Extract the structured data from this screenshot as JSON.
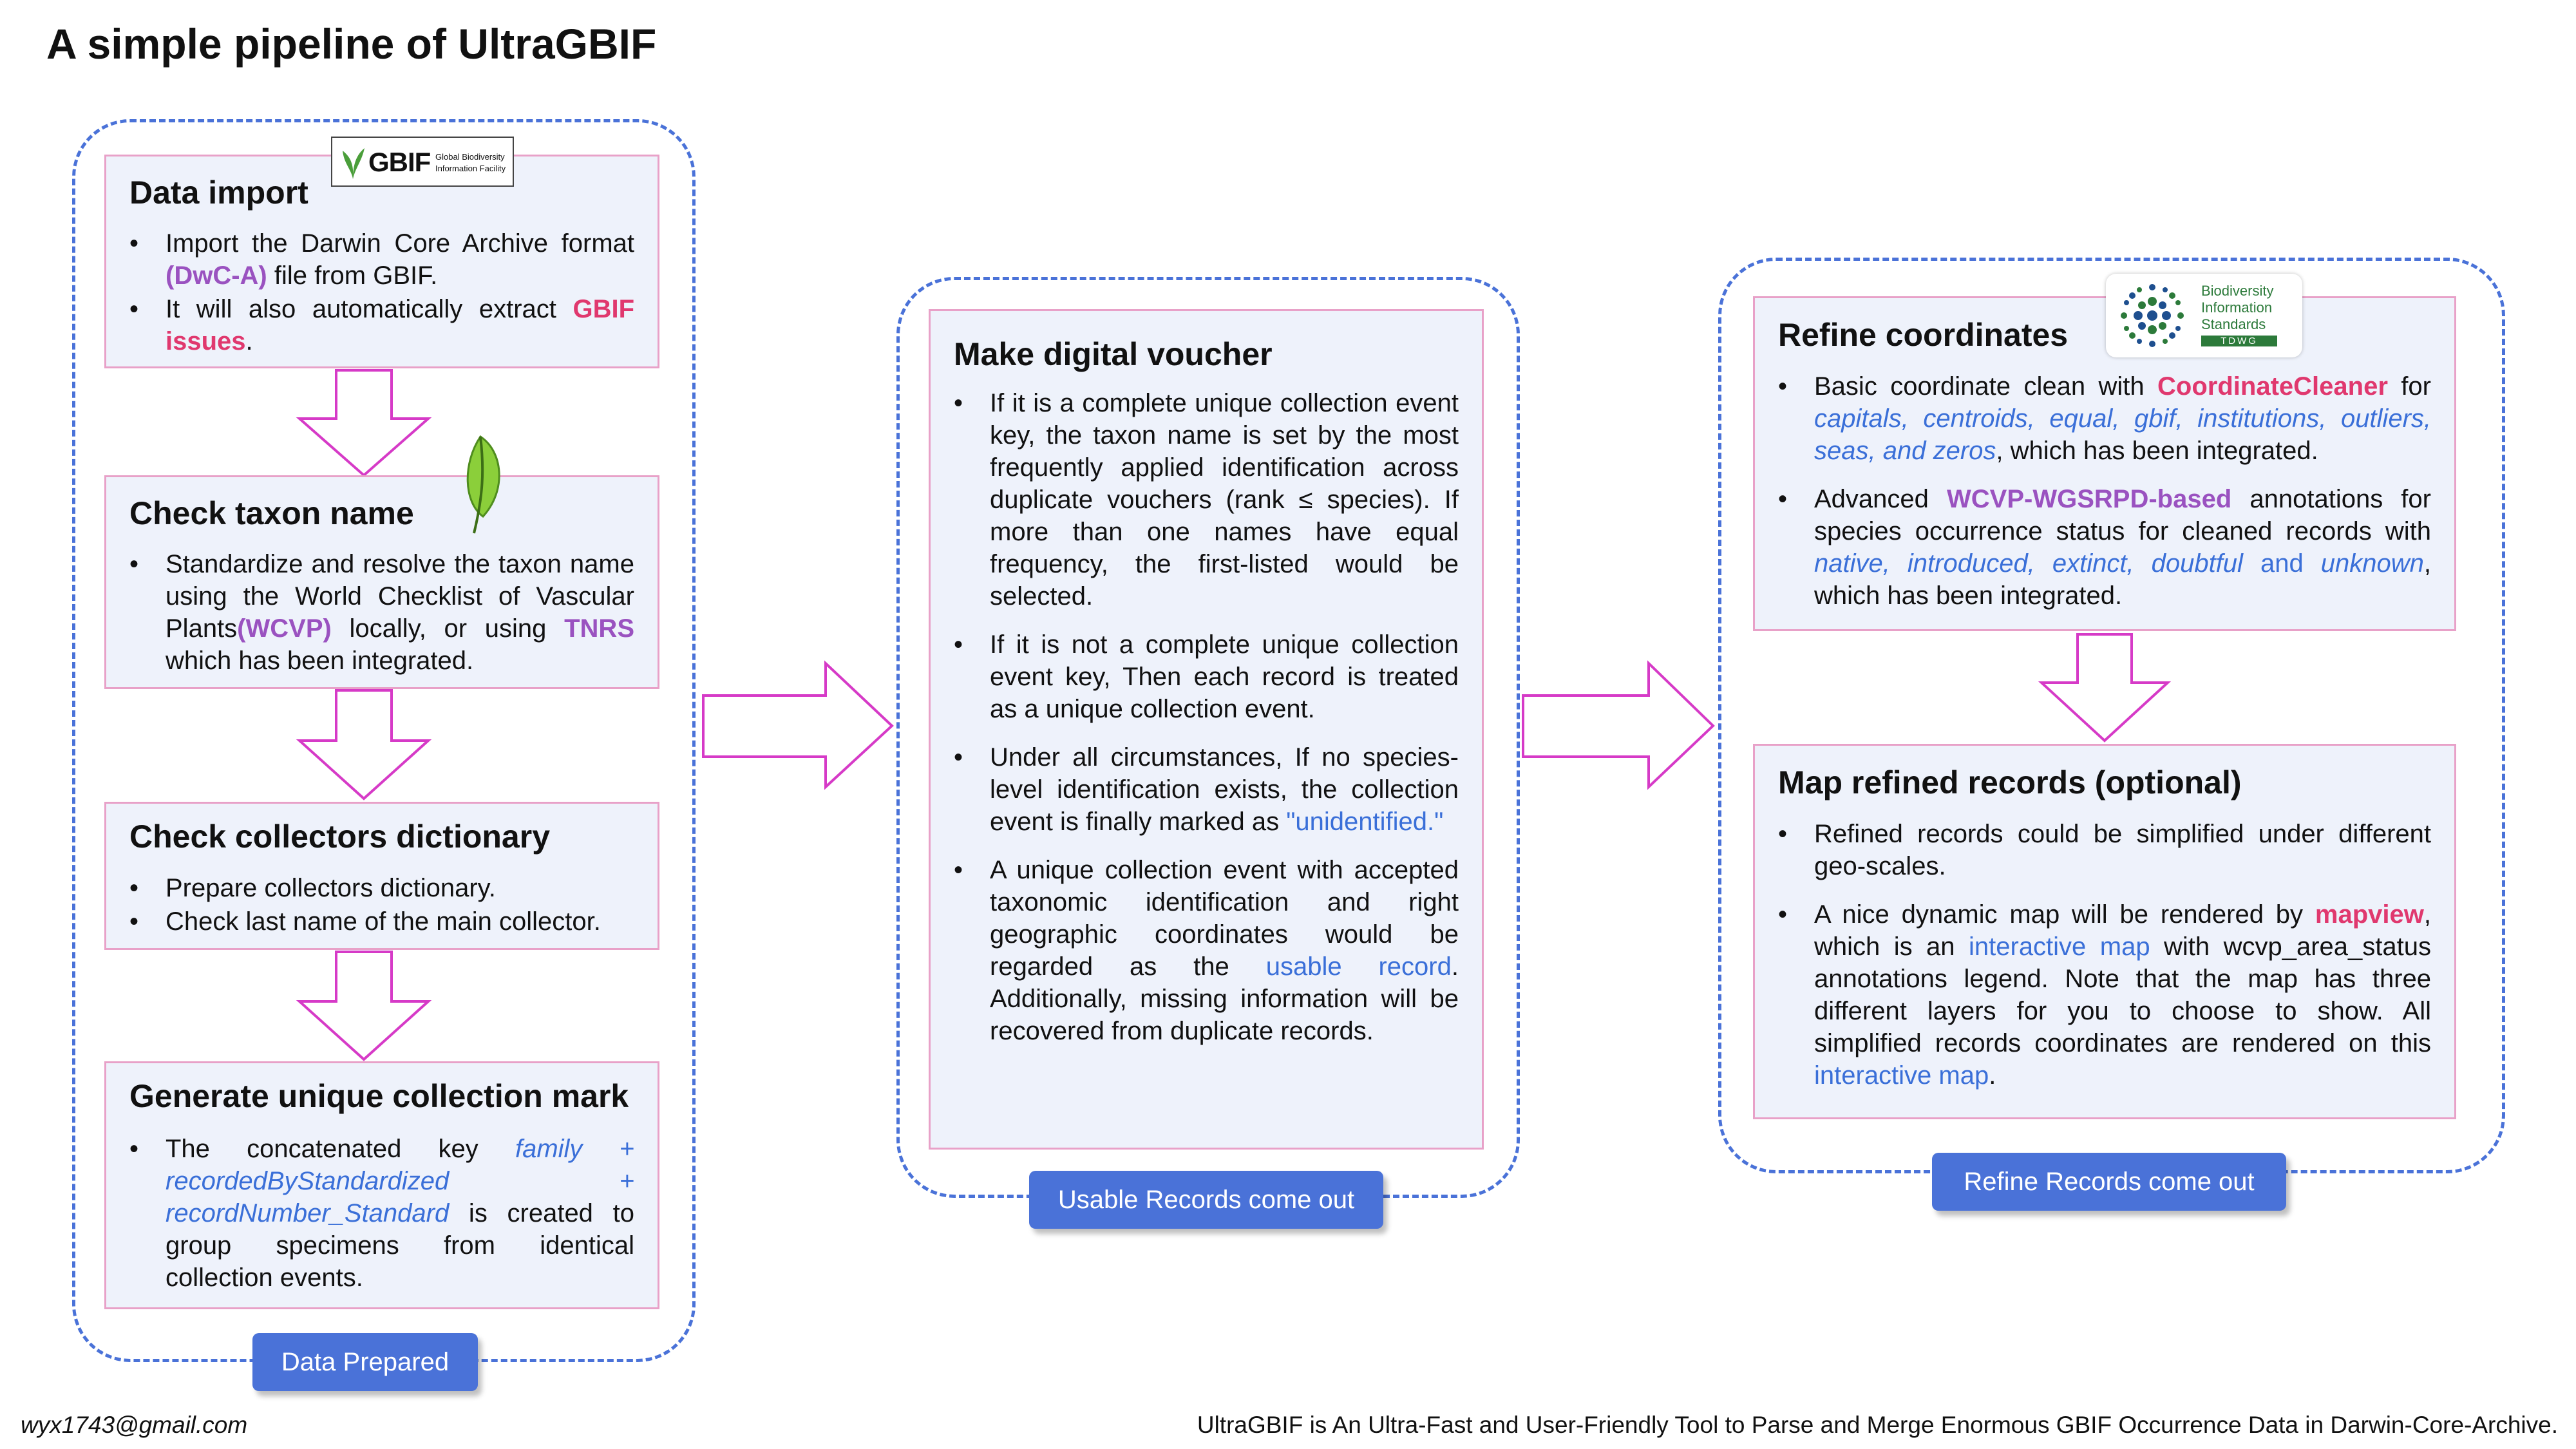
{
  "title": "A simple pipeline of UltraGBIF",
  "colors": {
    "accent_blue": "#4a72d8",
    "pink": "#e0386e",
    "purple": "#9a52c0",
    "arrow": "#d63ac7",
    "card_bg": "#eef2fb",
    "card_border": "#e8a1c8"
  },
  "logos": {
    "gbif": {
      "mark": "GBIF",
      "line1": "Global Biodiversity",
      "line2": "Information Facility"
    },
    "tdwg": {
      "line1": "Biodiversity",
      "line2": "Information",
      "line3": "Standards",
      "line4": "TDWG"
    }
  },
  "column1": {
    "data_import": {
      "heading": "Data import",
      "b1": {
        "t1": "Import the Darwin Core Archive format ",
        "h1": "(DwC-A)",
        "t2": " file from GBIF."
      },
      "b2": {
        "t1": "It will also automatically extract ",
        "h1": "GBIF issues",
        "t2": "."
      }
    },
    "check_taxon": {
      "heading": "Check taxon name",
      "b1": {
        "t1": "Standardize and resolve the taxon name using the World Checklist of Vascular Plants",
        "h1": "(WCVP)",
        "t2": " locally, or using ",
        "h2": "TNRS",
        "t3": " which has been integrated."
      }
    },
    "collectors": {
      "heading": "Check collectors dictionary",
      "b1": "Prepare collectors dictionary.",
      "b2": "Check last name of the main collector."
    },
    "unique_mark": {
      "heading": "Generate unique collection mark",
      "b1": {
        "t1": "The concatenated key ",
        "k1": "family + recordedByStandardized + recordNumber_Standard",
        "t2": " is created to group specimens from identical collection events."
      }
    },
    "button": "Data Prepared"
  },
  "column2": {
    "voucher": {
      "heading": "Make digital voucher",
      "b1": "If it is a complete unique collection event key, the taxon name is set by the most frequently applied identification across duplicate vouchers (rank ≤ species). If more than one names have equal frequency, the first-listed would be selected.",
      "b2": "If it is not a complete unique collection event key, Then each record is treated as a unique collection event.",
      "b3": {
        "t1": "Under all circumstances, If no species-level identification exists, the collection event is finally marked as ",
        "h1": "\"unidentified.\""
      },
      "b4": {
        "t1": "A unique collection event with accepted taxonomic identification and right geographic coordinates would be regarded as the ",
        "h1": "usable record",
        "t2": ". Additionally, missing information will be recovered from duplicate records."
      }
    },
    "button": "Usable Records come out"
  },
  "column3": {
    "refine": {
      "heading": "Refine coordinates",
      "b1": {
        "t1": "Basic coordinate clean with ",
        "h1": "CoordinateCleaner",
        "t2": " for ",
        "i1": "capitals, centroids, equal, gbif, institutions, outliers, seas, and zeros",
        "t3": ", which has been integrated."
      },
      "b2": {
        "t1": "Advanced ",
        "h1": "WCVP-WGSRPD-based",
        "t2": " annotations for species occurrence status for cleaned records  with ",
        "i1": "native, introduced, extinct, doubtful",
        "and": " and ",
        "i2": "unknown",
        "t3": ", which has been integrated."
      }
    },
    "map": {
      "heading": "Map refined records (optional)",
      "b1": "Refined records could be simplified under different geo-scales.",
      "b2": {
        "t1": "A nice dynamic map will be rendered by ",
        "h1": "mapview",
        "t2": ", which is an ",
        "h2": "interactive map",
        "t3": " with wcvp_area_status annotations legend. Note that the map has three different layers for you to choose to show. All simplified records coordinates are rendered on this ",
        "h3": "interactive map",
        "t4": "."
      }
    },
    "button": "Refine Records come out"
  },
  "footer": {
    "email": "wyx1743@gmail.com",
    "tagline": "UltraGBIF is An Ultra-Fast and User-Friendly Tool to Parse and Merge Enormous GBIF Occurrence Data in Darwin-Core-Archive."
  }
}
